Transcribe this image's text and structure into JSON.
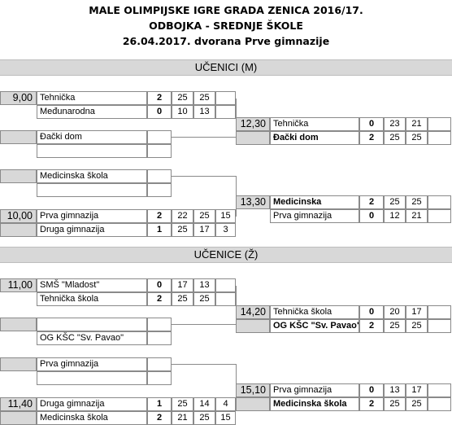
{
  "header": {
    "line1": "MALE OLIMPIJSKE IGRE GRADA ZENICA 2016/17.",
    "line2": "ODBOJKA - SREDNJE ŠKOLE",
    "line3": "26.04.2017. dvorana Prve gimnazije"
  },
  "sections": {
    "boys": "UČENICI (M)",
    "girls": "UČENICE (Ž)"
  },
  "boys": {
    "m1": {
      "time": "9,00",
      "team1": "Tehnička",
      "team1_sets": "2",
      "team1_s1": "25",
      "team1_s2": "25",
      "team1_s3": "",
      "team2": "Međunarodna",
      "team2_sets": "0",
      "team2_s1": "10",
      "team2_s2": "13",
      "team2_s3": ""
    },
    "bye1": {
      "team": "Đački dom"
    },
    "f1": {
      "time": "12,30",
      "team1": "Tehnička",
      "team1_sets": "0",
      "team1_s1": "23",
      "team1_s2": "21",
      "team2": "Đački dom",
      "team2_sets": "2",
      "team2_s1": "25",
      "team2_s2": "25"
    },
    "bye2": {
      "team": "Medicinska škola"
    },
    "f2": {
      "time": "13,30",
      "team1": "Medicinska",
      "team1_sets": "2",
      "team1_s1": "25",
      "team1_s2": "25",
      "team2": "Prva gimnazija",
      "team2_sets": "0",
      "team2_s1": "12",
      "team2_s2": "21"
    },
    "m2": {
      "time": "10,00",
      "team1": "Prva gimnazija",
      "team1_sets": "2",
      "team1_s1": "22",
      "team1_s2": "25",
      "team1_s3": "15",
      "team2": "Druga gimnazija",
      "team2_sets": "1",
      "team2_s1": "25",
      "team2_s2": "17",
      "team2_s3": "3"
    }
  },
  "girls": {
    "m1": {
      "time": "11,00",
      "team1": "SMŠ \"Mladost\"",
      "team1_sets": "0",
      "team1_s1": "17",
      "team1_s2": "13",
      "team1_s3": "",
      "team2": "Tehnička škola",
      "team2_sets": "2",
      "team2_s1": "25",
      "team2_s2": "25",
      "team2_s3": ""
    },
    "bye1": {
      "team": "OG KŠC \"Sv. Pavao\""
    },
    "f1": {
      "time": "14,20",
      "team1": "Tehnička škola",
      "team1_sets": "0",
      "team1_s1": "20",
      "team1_s2": "17",
      "team2": "OG KŠC \"Sv. Pavao\"",
      "team2_sets": "2",
      "team2_s1": "25",
      "team2_s2": "25"
    },
    "bye2": {
      "team": "Prva gimnazija"
    },
    "f2": {
      "time": "15,10",
      "team1": "Prva gimnazija",
      "team1_sets": "0",
      "team1_s1": "13",
      "team1_s2": "17",
      "team2": "Medicinska škola",
      "team2_sets": "2",
      "team2_s1": "25",
      "team2_s2": "25"
    },
    "m2": {
      "time": "11,40",
      "team1": "Druga gimnazija",
      "team1_sets": "1",
      "team1_s1": "25",
      "team1_s2": "14",
      "team1_s3": "4",
      "team2": "Medicinska škola",
      "team2_sets": "2",
      "team2_s1": "21",
      "team2_s2": "25",
      "team2_s3": "15"
    }
  }
}
